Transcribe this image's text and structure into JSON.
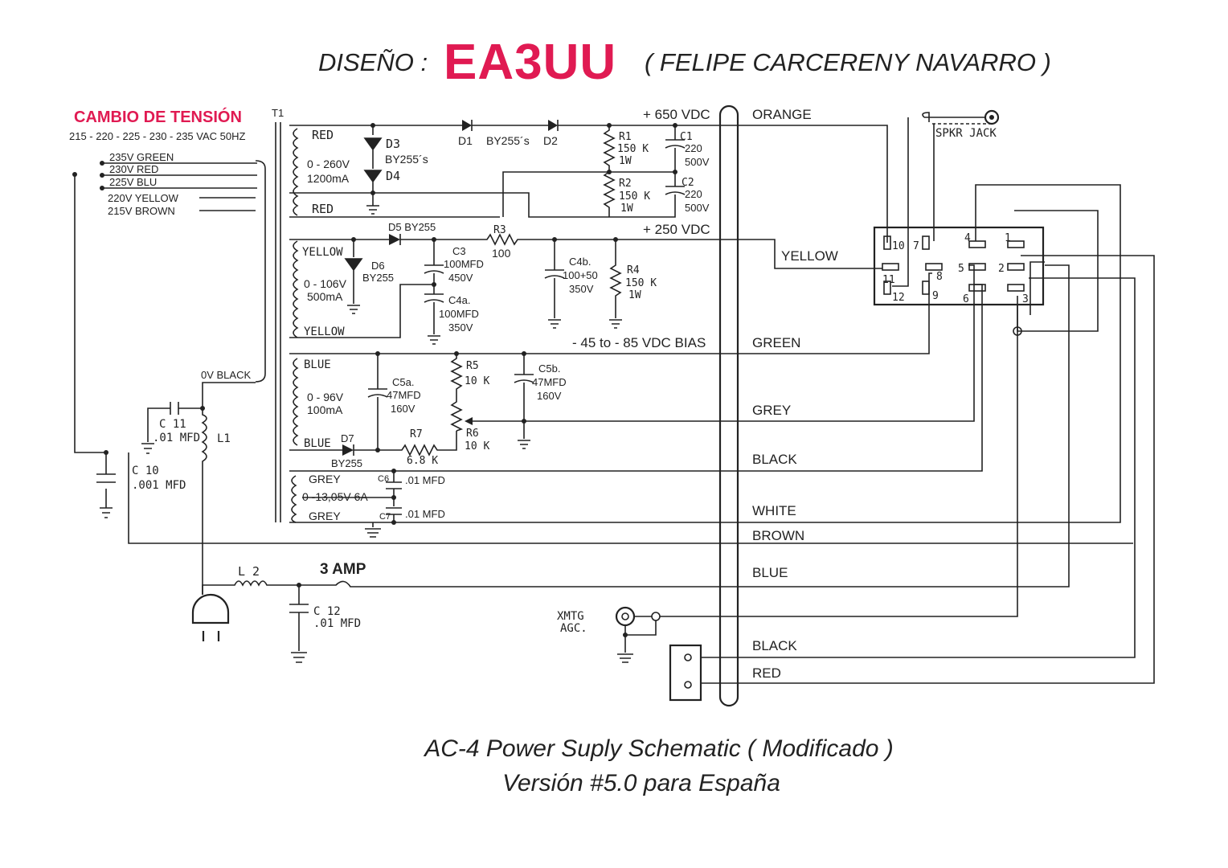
{
  "header": {
    "label": "DISEÑO :",
    "callsign": "EA3UU",
    "name": "( FELIPE CARCERENY NAVARRO )",
    "callsign_color": "#e01a52"
  },
  "mains": {
    "title": "CAMBIO DE TENSIÓN",
    "subtitle": "215 - 220 - 225 - 230 - 235 VAC 50HZ",
    "taps": [
      "235V GREEN",
      "230V RED",
      "225V BLU",
      "220V YELLOW",
      "215V BROWN"
    ],
    "zero": "0V BLACK",
    "transformer": "T1"
  },
  "hv": {
    "top": "RED",
    "bottom": "RED",
    "rating1": "0 - 260V",
    "rating2": "1200mA",
    "d3": "D3",
    "d3type": "BY255´s",
    "d4": "D4",
    "d1": "D1",
    "d12type": "BY255´s",
    "d2": "D2",
    "output": "+ 650 VDC",
    "r1": "R1",
    "r1v": "150 K",
    "r1w": "1W",
    "c1": "C1",
    "c1v": "220",
    "c1w": "500V",
    "r2": "R2",
    "r2v": "150 K",
    "r2w": "1W",
    "c2": "C2",
    "c2v": "220",
    "c2w": "500V"
  },
  "mv": {
    "top": "YELLOW",
    "bottom": "YELLOW",
    "rating1": "0 - 106V",
    "rating2": "500mA",
    "d5": "D5 BY255",
    "d6": "D6",
    "d6type": "BY255",
    "c3": "C3",
    "c3v": "100MFD",
    "c3w": "450V",
    "r3": "R3",
    "r3v": "100",
    "c4a": "C4a.",
    "c4av": "100MFD",
    "c4aw": "350V",
    "c4b": "C4b.",
    "c4bv": "100+50",
    "c4bw": "350V",
    "r4": "R4",
    "r4v": "150 K",
    "r4w": "1W",
    "output": "+ 250 VDC"
  },
  "bias": {
    "top": "BLUE",
    "bottom": "BLUE",
    "rating1": "0 - 96V",
    "rating2": "100mA",
    "d7": "D7",
    "d7type": "BY255",
    "c5a": "C5a.",
    "c5av": "47MFD",
    "c5aw": "160V",
    "r5": "R5",
    "r5v": "10 K",
    "c5b": "C5b.",
    "c5bv": "47MFD",
    "c5bw": "160V",
    "r6": "R6",
    "r6v": "10 K",
    "r7": "R7",
    "r7v": "6.8 K",
    "output": "- 45 to - 85 VDC BIAS"
  },
  "fil": {
    "top": "GREY",
    "bottom": "GREY",
    "rating": "0 -13,05V 6A",
    "c6": "C6",
    "c6v": ".01 MFD",
    "c7": "C7",
    "c7v": ".01 MFD"
  },
  "misc": {
    "c11": "C 11",
    "c11v": ".01 MFD",
    "l1": "L1",
    "c10": "C 10",
    "c10v": ".001 MFD",
    "l2": "L 2",
    "fuse": "3 AMP",
    "c12": "C 12",
    "c12v": ".01 MFD",
    "xmtg1": "XMTG",
    "xmtg2": "AGC.",
    "spkr": "SPKR   JACK"
  },
  "wires": [
    "ORANGE",
    "YELLOW",
    "GREEN",
    "GREY",
    "BLACK",
    "WHITE",
    "BROWN",
    "BLUE",
    "BLACK",
    "RED"
  ],
  "socket": {
    "pins": [
      "10",
      "7",
      "4",
      "1",
      "11",
      "8",
      "5",
      "2",
      "12",
      "9",
      "6",
      "3"
    ]
  },
  "footer": {
    "line1": "AC-4 Power Suply Schematic  ( Modificado )",
    "line2": "Versión #5.0 para España"
  }
}
